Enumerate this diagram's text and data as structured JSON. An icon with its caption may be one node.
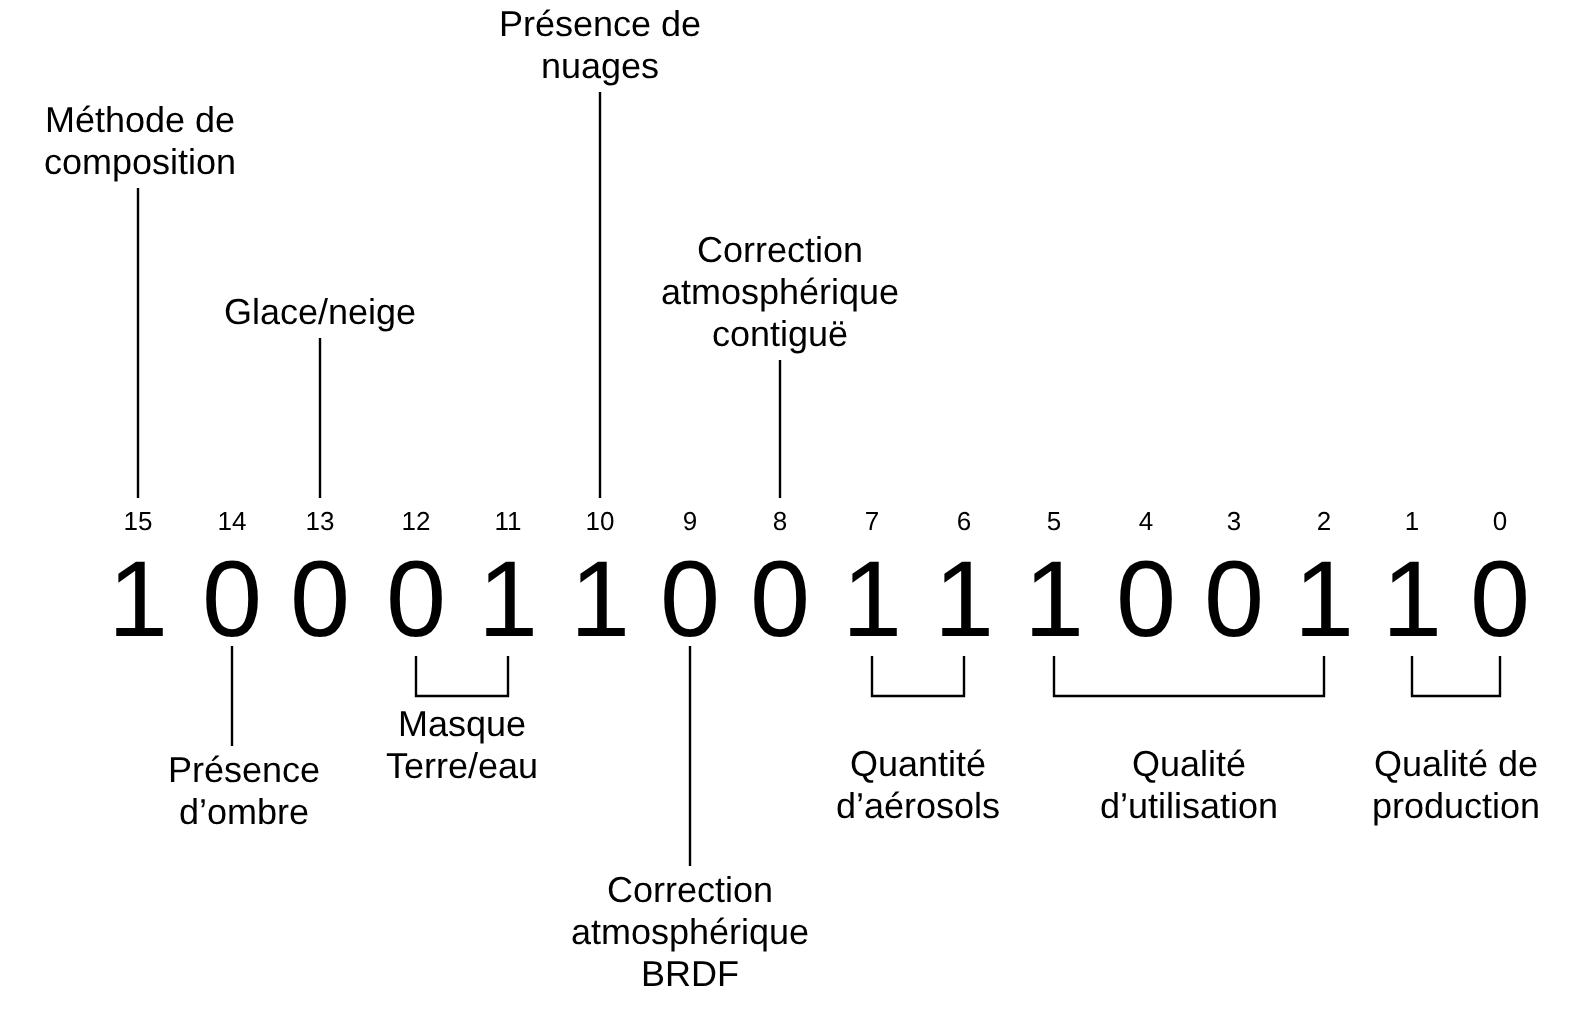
{
  "diagram": {
    "nodes": [
      {
        "text": [
          "Méthode de composition"
        ]
      },
      {
        "text": [
          "Présence de nuages"
        ]
      },
      {
        "text": [
          "Glace/neige"
        ]
      },
      {
        "text": [
          "Correction atmosphérique contiguë"
        ]
      },
      {
        "text": [
          "1"
        ],
        "beside": [
          "15"
        ]
      },
      {
        "text": [
          "0"
        ],
        "beside": [
          "14"
        ]
      },
      {
        "text": [
          "0"
        ],
        "beside": [
          "13"
        ]
      },
      {
        "text": [
          "0"
        ],
        "beside": [
          "12"
        ]
      },
      {
        "text": [
          "1"
        ],
        "beside": [
          "11"
        ]
      },
      {
        "text": [
          "1"
        ],
        "beside": [
          "10"
        ]
      },
      {
        "text": [
          "0"
        ],
        "beside": [
          "9"
        ]
      },
      {
        "text": [
          "0"
        ],
        "beside": [
          "8"
        ]
      },
      {
        "text": [
          "1"
        ],
        "beside": [
          "7"
        ]
      },
      {
        "text": [
          "1"
        ],
        "beside": [
          "6"
        ]
      },
      {
        "text": [
          "1"
        ],
        "beside": [
          "5"
        ]
      },
      {
        "text": [
          "0"
        ],
        "beside": [
          "4"
        ]
      },
      {
        "text": [
          "0"
        ],
        "beside": [
          "3"
        ]
      },
      {
        "text": [
          "1"
        ],
        "beside": [
          "2"
        ]
      },
      {
        "text": [
          "1"
        ],
        "beside": [
          "1"
        ]
      },
      {
        "text": [
          "0"
        ],
        "beside": [
          "0"
        ]
      },
      {
        "text": [
          "Présence d’ombre"
        ]
      },
      {
        "text": [
          "Correction atmosphérique BRDF"
        ]
      }
    ],
    "edges": [
      {
        "from": 0,
        "to": 4,
        "arrow": "none"
      },
      {
        "from": 2,
        "to": 6,
        "arrow": "none"
      },
      {
        "from": 1,
        "to": 9,
        "arrow": "none"
      },
      {
        "from": 3,
        "to": 11,
        "arrow": "none"
      },
      {
        "from": 20,
        "to": 5,
        "arrow": "none"
      },
      {
        "from": 21,
        "to": 10,
        "arrow": "none"
      }
    ],
    "labels": [
      "Masque Terre/eau",
      "Quantité d’aérosols",
      "Qualité d’utilisation",
      "Qualité de production"
    ]
  }
}
